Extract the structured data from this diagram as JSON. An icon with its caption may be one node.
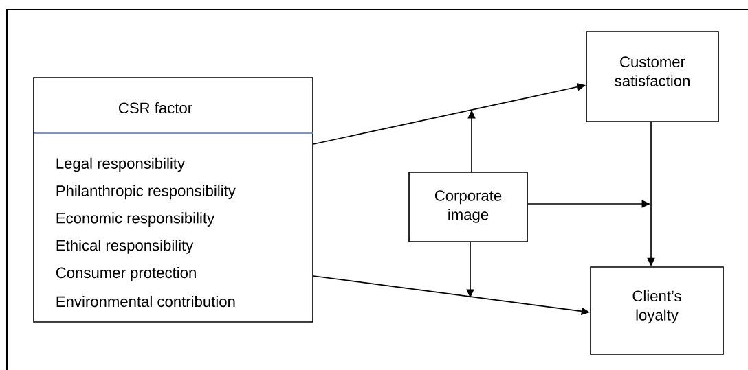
{
  "diagram": {
    "nodes": [
      {
        "text": [
          "CSR factor",
          "Legal responsibility",
          "Philanthropic responsibility",
          "Economic responsibility",
          "Ethical responsibility",
          "Consumer protection",
          "Environmental contribution"
        ]
      },
      {
        "text": [
          "Customer satisfaction"
        ]
      },
      {
        "text": [
          "Corporate image"
        ]
      },
      {
        "text": [
          "Client’s loyalty"
        ]
      }
    ],
    "edges": [
      {
        "from": 0,
        "to": 1,
        "arrow": "to"
      },
      {
        "from": 0,
        "to": 3,
        "arrow": "to"
      },
      {
        "from": 1,
        "to": 3,
        "arrow": "to"
      },
      {
        "from": 2,
        "to": null,
        "arrow": "to"
      },
      {
        "from": 2,
        "to": null,
        "arrow": "to"
      },
      {
        "from": 2,
        "to": null,
        "arrow": "to"
      }
    ]
  }
}
